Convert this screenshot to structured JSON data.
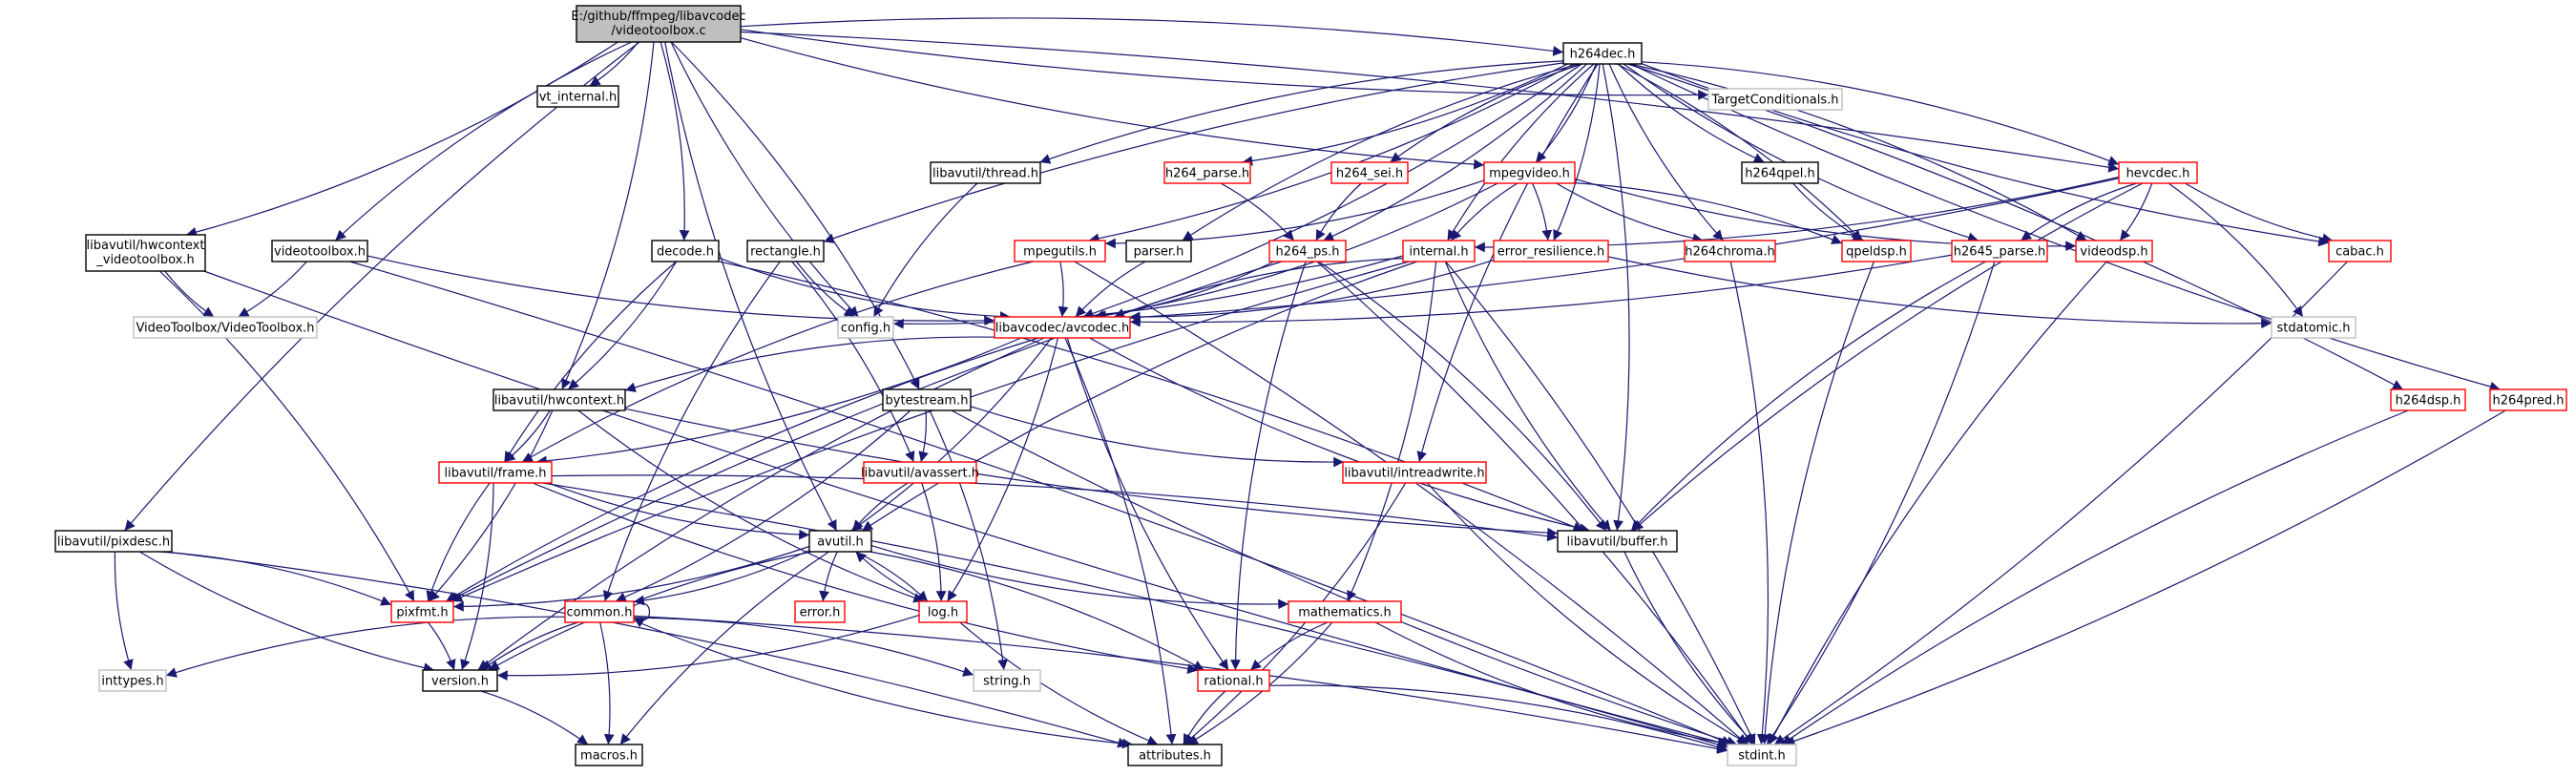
{
  "colors": {
    "root_fill": "#bfbfbf",
    "root_stroke": "#000000",
    "node_fill": "#ffffff",
    "black_stroke": "#000000",
    "red_stroke": "#ff0000",
    "gray_stroke": "#bfbfbf",
    "edge": "#191970"
  },
  "nodes": [
    {
      "id": "root",
      "label": "E:/github/ffmpeg/libavcodec",
      "label2": "/videotoolbox.c",
      "kind": "root"
    },
    {
      "id": "vt_internal",
      "label": "vt_internal.h",
      "kind": "black"
    },
    {
      "id": "target",
      "label": "TargetConditionals.h",
      "kind": "gray"
    },
    {
      "id": "h264dec",
      "label": "h264dec.h",
      "kind": "black"
    },
    {
      "id": "lu_thread",
      "label": "libavutil/thread.h",
      "kind": "black"
    },
    {
      "id": "h264_parse",
      "label": "h264_parse.h",
      "kind": "red"
    },
    {
      "id": "h264_sei",
      "label": "h264_sei.h",
      "kind": "red"
    },
    {
      "id": "mpegvideo",
      "label": "mpegvideo.h",
      "kind": "red"
    },
    {
      "id": "h264qpel",
      "label": "h264qpel.h",
      "kind": "black"
    },
    {
      "id": "hevcdec",
      "label": "hevcdec.h",
      "kind": "red"
    },
    {
      "id": "hwctx_vt",
      "label": "libavutil/hwcontext",
      "label2": "_videotoolbox.h",
      "kind": "black"
    },
    {
      "id": "videotoolbox",
      "label": "videotoolbox.h",
      "kind": "black"
    },
    {
      "id": "decode",
      "label": "decode.h",
      "kind": "black"
    },
    {
      "id": "rectangle",
      "label": "rectangle.h",
      "kind": "black"
    },
    {
      "id": "mpegutils",
      "label": "mpegutils.h",
      "kind": "red"
    },
    {
      "id": "parser",
      "label": "parser.h",
      "kind": "black"
    },
    {
      "id": "h264_ps",
      "label": "h264_ps.h",
      "kind": "red"
    },
    {
      "id": "internal",
      "label": "internal.h",
      "kind": "red"
    },
    {
      "id": "error_res",
      "label": "error_resilience.h",
      "kind": "red"
    },
    {
      "id": "h264chroma",
      "label": "h264chroma.h",
      "kind": "red"
    },
    {
      "id": "qpeldsp",
      "label": "qpeldsp.h",
      "kind": "red"
    },
    {
      "id": "h2645_parse",
      "label": "h2645_parse.h",
      "kind": "red"
    },
    {
      "id": "videodsp",
      "label": "videodsp.h",
      "kind": "red"
    },
    {
      "id": "cabac",
      "label": "cabac.h",
      "kind": "red"
    },
    {
      "id": "vt_vt",
      "label": "VideoToolbox/VideoToolbox.h",
      "kind": "gray"
    },
    {
      "id": "config",
      "label": "config.h",
      "kind": "gray"
    },
    {
      "id": "avcodec",
      "label": "libavcodec/avcodec.h",
      "kind": "red"
    },
    {
      "id": "stdatomic",
      "label": "stdatomic.h",
      "kind": "gray"
    },
    {
      "id": "h264dsp",
      "label": "h264dsp.h",
      "kind": "red"
    },
    {
      "id": "h264pred",
      "label": "h264pred.h",
      "kind": "red"
    },
    {
      "id": "lu_hwcontext",
      "label": "libavutil/hwcontext.h",
      "kind": "black"
    },
    {
      "id": "bytestream",
      "label": "bytestream.h",
      "kind": "black"
    },
    {
      "id": "lu_frame",
      "label": "libavutil/frame.h",
      "kind": "red"
    },
    {
      "id": "lu_avassert",
      "label": "libavutil/avassert.h",
      "kind": "red"
    },
    {
      "id": "lu_intread",
      "label": "libavutil/intreadwrite.h",
      "kind": "red"
    },
    {
      "id": "lu_pixdesc",
      "label": "libavutil/pixdesc.h",
      "kind": "black"
    },
    {
      "id": "lu_buffer",
      "label": "libavutil/buffer.h",
      "kind": "black"
    },
    {
      "id": "avutil",
      "label": "avutil.h",
      "kind": "black"
    },
    {
      "id": "pixfmt",
      "label": "pixfmt.h",
      "kind": "red"
    },
    {
      "id": "common",
      "label": "common.h",
      "kind": "red"
    },
    {
      "id": "error",
      "label": "error.h",
      "kind": "red"
    },
    {
      "id": "log",
      "label": "log.h",
      "kind": "red"
    },
    {
      "id": "mathematics",
      "label": "mathematics.h",
      "kind": "red"
    },
    {
      "id": "inttypes",
      "label": "inttypes.h",
      "kind": "gray"
    },
    {
      "id": "version",
      "label": "version.h",
      "kind": "black"
    },
    {
      "id": "string",
      "label": "string.h",
      "kind": "gray"
    },
    {
      "id": "rational",
      "label": "rational.h",
      "kind": "red"
    },
    {
      "id": "macros",
      "label": "macros.h",
      "kind": "black"
    },
    {
      "id": "attributes",
      "label": "attributes.h",
      "kind": "black"
    },
    {
      "id": "stdint",
      "label": "stdint.h",
      "kind": "gray"
    }
  ],
  "edges": [
    [
      "root",
      "vt_internal"
    ],
    [
      "root",
      "target"
    ],
    [
      "root",
      "h264dec"
    ],
    [
      "root",
      "mpegvideo"
    ],
    [
      "root",
      "hwctx_vt"
    ],
    [
      "root",
      "videotoolbox"
    ],
    [
      "root",
      "decode"
    ],
    [
      "root",
      "config"
    ],
    [
      "root",
      "lu_hwcontext"
    ],
    [
      "root",
      "lu_pixdesc"
    ],
    [
      "root",
      "bytestream"
    ],
    [
      "root",
      "avutil"
    ],
    [
      "root",
      "hevcdec"
    ],
    [
      "h264dec",
      "lu_thread"
    ],
    [
      "h264dec",
      "h264_parse"
    ],
    [
      "h264dec",
      "h264_sei"
    ],
    [
      "h264dec",
      "mpegvideo"
    ],
    [
      "h264dec",
      "h264qpel"
    ],
    [
      "h264dec",
      "hevcdec"
    ],
    [
      "h264dec",
      "rectangle"
    ],
    [
      "h264dec",
      "mpegutils"
    ],
    [
      "h264dec",
      "parser"
    ],
    [
      "h264dec",
      "h264_ps"
    ],
    [
      "h264dec",
      "internal"
    ],
    [
      "h264dec",
      "error_res"
    ],
    [
      "h264dec",
      "h264chroma"
    ],
    [
      "h264dec",
      "qpeldsp"
    ],
    [
      "h264dec",
      "h2645_parse"
    ],
    [
      "h264dec",
      "videodsp"
    ],
    [
      "h264dec",
      "cabac"
    ],
    [
      "h264dec",
      "h264dsp"
    ],
    [
      "h264dec",
      "h264pred"
    ],
    [
      "h264dec",
      "lu_buffer"
    ],
    [
      "h264dec",
      "lu_intread"
    ],
    [
      "h264dec",
      "avcodec"
    ],
    [
      "lu_thread",
      "config"
    ],
    [
      "h264_parse",
      "h264_ps"
    ],
    [
      "h264_sei",
      "h264_ps"
    ],
    [
      "mpegvideo",
      "mpegutils"
    ],
    [
      "mpegvideo",
      "internal"
    ],
    [
      "mpegvideo",
      "error_res"
    ],
    [
      "mpegvideo",
      "h264chroma"
    ],
    [
      "mpegvideo",
      "qpeldsp"
    ],
    [
      "mpegvideo",
      "videodsp"
    ],
    [
      "mpegvideo",
      "avcodec"
    ],
    [
      "h264qpel",
      "qpeldsp"
    ],
    [
      "hevcdec",
      "internal"
    ],
    [
      "hevcdec",
      "h2645_parse"
    ],
    [
      "hevcdec",
      "videodsp"
    ],
    [
      "hevcdec",
      "cabac"
    ],
    [
      "hevcdec",
      "avcodec"
    ],
    [
      "hevcdec",
      "lu_buffer"
    ],
    [
      "hevcdec",
      "stdatomic"
    ],
    [
      "hwctx_vt",
      "vt_vt"
    ],
    [
      "hwctx_vt",
      "pixfmt"
    ],
    [
      "hwctx_vt",
      "stdint"
    ],
    [
      "videotoolbox",
      "vt_vt"
    ],
    [
      "videotoolbox",
      "avcodec"
    ],
    [
      "videotoolbox",
      "stdint"
    ],
    [
      "decode",
      "avcodec"
    ],
    [
      "decode",
      "lu_hwcontext"
    ],
    [
      "decode",
      "lu_frame"
    ],
    [
      "decode",
      "lu_buffer"
    ],
    [
      "rectangle",
      "config"
    ],
    [
      "rectangle",
      "lu_avassert"
    ],
    [
      "rectangle",
      "common"
    ],
    [
      "mpegutils",
      "avcodec"
    ],
    [
      "mpegutils",
      "lu_frame"
    ],
    [
      "mpegutils",
      "stdint"
    ],
    [
      "parser",
      "avcodec"
    ],
    [
      "h264_ps",
      "avcodec"
    ],
    [
      "h264_ps",
      "rational"
    ],
    [
      "h264_ps",
      "lu_buffer"
    ],
    [
      "h264_ps",
      "pixfmt"
    ],
    [
      "h264_ps",
      "stdint"
    ],
    [
      "internal",
      "avcodec"
    ],
    [
      "internal",
      "config"
    ],
    [
      "internal",
      "lu_buffer"
    ],
    [
      "internal",
      "mathematics"
    ],
    [
      "internal",
      "pixfmt"
    ],
    [
      "internal",
      "stdint"
    ],
    [
      "internal",
      "avutil"
    ],
    [
      "error_res",
      "avcodec"
    ],
    [
      "error_res",
      "stdatomic"
    ],
    [
      "h264chroma",
      "stdint"
    ],
    [
      "qpeldsp",
      "stdint"
    ],
    [
      "h2645_parse",
      "avcodec"
    ],
    [
      "h2645_parse",
      "lu_buffer"
    ],
    [
      "h2645_parse",
      "stdint"
    ],
    [
      "videodsp",
      "stdint"
    ],
    [
      "cabac",
      "stdint"
    ],
    [
      "h264dsp",
      "stdint"
    ],
    [
      "h264pred",
      "stdint"
    ],
    [
      "avcodec",
      "lu_hwcontext"
    ],
    [
      "avcodec",
      "lu_frame"
    ],
    [
      "avcodec",
      "lu_buffer"
    ],
    [
      "avcodec",
      "avutil"
    ],
    [
      "avcodec",
      "pixfmt"
    ],
    [
      "avcodec",
      "log"
    ],
    [
      "avcodec",
      "rational"
    ],
    [
      "avcodec",
      "attributes"
    ],
    [
      "avcodec",
      "version"
    ],
    [
      "lu_hwcontext",
      "lu_frame"
    ],
    [
      "lu_hwcontext",
      "lu_buffer"
    ],
    [
      "lu_hwcontext",
      "pixfmt"
    ],
    [
      "lu_hwcontext",
      "log"
    ],
    [
      "bytestream",
      "lu_avassert"
    ],
    [
      "bytestream",
      "lu_intread"
    ],
    [
      "bytestream",
      "string"
    ],
    [
      "bytestream",
      "stdint"
    ],
    [
      "bytestream",
      "common"
    ],
    [
      "lu_frame",
      "avutil"
    ],
    [
      "lu_frame",
      "lu_buffer"
    ],
    [
      "lu_frame",
      "pixfmt"
    ],
    [
      "lu_frame",
      "version"
    ],
    [
      "lu_frame",
      "rational"
    ],
    [
      "lu_frame",
      "stdint"
    ],
    [
      "lu_avassert",
      "avutil"
    ],
    [
      "lu_avassert",
      "log"
    ],
    [
      "lu_intread",
      "stdint"
    ],
    [
      "lu_intread",
      "attributes"
    ],
    [
      "lu_pixdesc",
      "inttypes"
    ],
    [
      "lu_pixdesc",
      "pixfmt"
    ],
    [
      "lu_pixdesc",
      "version"
    ],
    [
      "lu_pixdesc",
      "attributes"
    ],
    [
      "lu_buffer",
      "stdint"
    ],
    [
      "avutil",
      "common"
    ],
    [
      "avutil",
      "error"
    ],
    [
      "avutil",
      "log"
    ],
    [
      "avutil",
      "mathematics"
    ],
    [
      "avutil",
      "pixfmt"
    ],
    [
      "avutil",
      "version"
    ],
    [
      "avutil",
      "rational"
    ],
    [
      "avutil",
      "macros"
    ],
    [
      "pixfmt",
      "version"
    ],
    [
      "common",
      "inttypes"
    ],
    [
      "common",
      "string"
    ],
    [
      "common",
      "attributes"
    ],
    [
      "common",
      "macros"
    ],
    [
      "common",
      "version"
    ],
    [
      "common",
      "stdint"
    ],
    [
      "common",
      "common"
    ],
    [
      "log",
      "avutil"
    ],
    [
      "log",
      "attributes"
    ],
    [
      "log",
      "version"
    ],
    [
      "mathematics",
      "rational"
    ],
    [
      "mathematics",
      "attributes"
    ],
    [
      "mathematics",
      "stdint"
    ],
    [
      "version",
      "macros"
    ],
    [
      "rational",
      "attributes"
    ],
    [
      "rational",
      "stdint"
    ]
  ]
}
